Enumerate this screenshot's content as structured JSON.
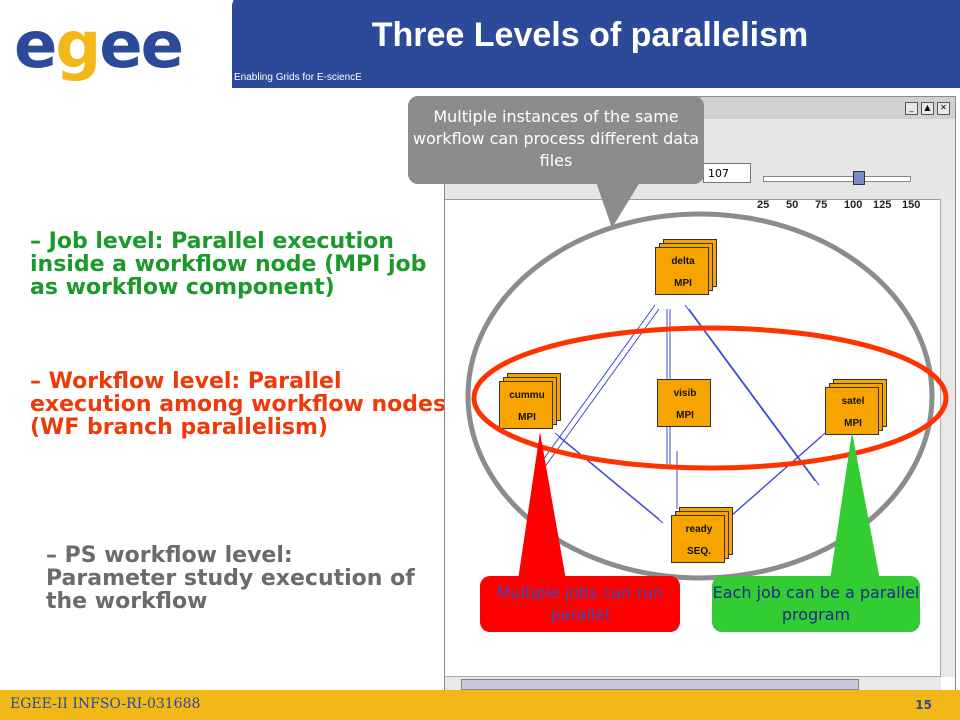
{
  "header": {
    "logo_letters": [
      "e",
      "g",
      "e",
      "e"
    ],
    "tagline": "Enabling Grids for E-sciencE",
    "title": "Three Levels of parallelism"
  },
  "bullets": [
    {
      "text": "– Job level: Parallel execution inside a workflow node (MPI job as workflow component)",
      "color": "#1a9a2a"
    },
    {
      "text": "– Workflow level: Parallel execution among workflow nodes (WF branch parallelism)",
      "color": "#ee3a0a"
    },
    {
      "text": "– PS workflow level: Parameter study execution of the workflow",
      "color": "#6b6b6b"
    }
  ],
  "window": {
    "field_value": "107",
    "slider_ticks": [
      "25",
      "50",
      "75",
      "100",
      "125",
      "150"
    ],
    "slider_value": 107,
    "nodes": [
      {
        "name": "delta",
        "type": "MPI"
      },
      {
        "name": "cummu",
        "type": "MPI"
      },
      {
        "name": "visib",
        "type": "MPI"
      },
      {
        "name": "satel",
        "type": "MPI"
      },
      {
        "name": "ready",
        "type": "SEQ."
      }
    ]
  },
  "callouts": {
    "top": "Multiple instances of the same workflow can process different data files",
    "red": "Multiple jobs can run parallel",
    "green": "Each job can be a parallel program"
  },
  "footer": {
    "text": "EGEE-II INFSO-RI-031688",
    "page": "15"
  },
  "colors": {
    "brand_blue": "#2c4a9a",
    "brand_yellow": "#f2b817",
    "node_orange": "#f7a400",
    "ellipse_gray": "#8c8c8c",
    "ellipse_red": "#ff3300"
  }
}
